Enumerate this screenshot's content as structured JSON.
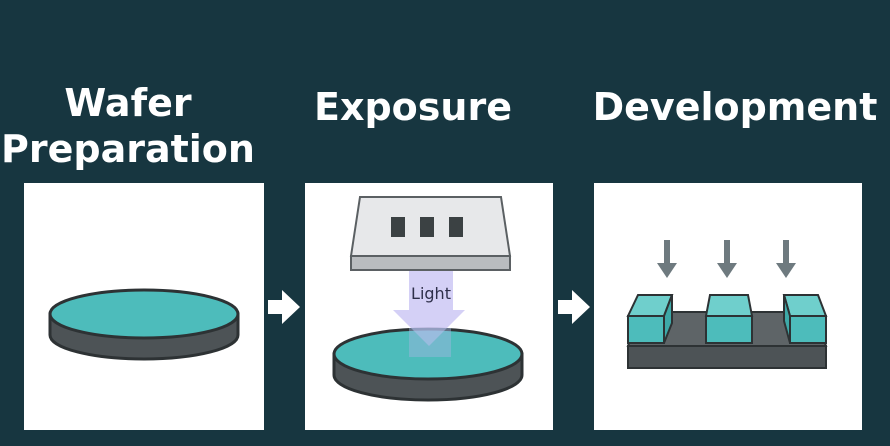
{
  "steps": [
    {
      "title_line1": "Wafer",
      "title_line2": "Preparation"
    },
    {
      "title": "Exposure"
    },
    {
      "title": "Development"
    }
  ],
  "exposure": {
    "light_label": "Light"
  },
  "colors": {
    "background": "#173640",
    "panel": "#ffffff",
    "wafer_top": "#4dbcbb",
    "wafer_side": "#4d5356",
    "mask": "#e7e8ea",
    "light": "#c9c4f4",
    "arrow": "#6e7a7f"
  },
  "icons": [
    "right-arrow-icon",
    "down-arrow-icon"
  ]
}
